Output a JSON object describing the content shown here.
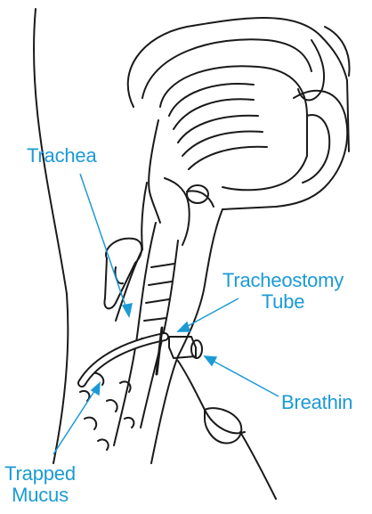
{
  "labels": {
    "trachea": "Trachea",
    "tube_line1": "Tracheostomy",
    "tube_line2": "Tube",
    "breathing": "Breathin",
    "mucus_line1": "Trapped",
    "mucus_line2": "Mucus"
  },
  "colors": {
    "label": "#1b9ad6",
    "line": "#1a1a1a",
    "background": "#ffffff"
  }
}
